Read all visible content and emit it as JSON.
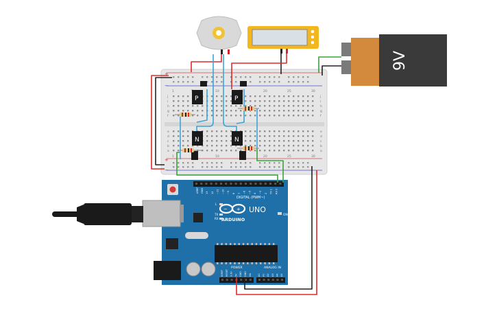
{
  "battery": {
    "label": "9V",
    "body_color": "#d48a3c",
    "cap_color": "#3a3a3a"
  },
  "arduino": {
    "brand": "ARDUINO",
    "model": "UNO",
    "digital_header_label": "DIGITAL (PWM~)",
    "power_header_label": "POWER",
    "analog_header_label": "ANALOG IN",
    "on_led_label": "ON",
    "tx_label": "TX",
    "rx_label": "RX",
    "l_label": "L",
    "aref_label": "AREF",
    "gnd_label": "GND",
    "digital_pins": [
      "13",
      "12",
      "~11",
      "~10",
      "~9",
      "8",
      "7",
      "~6",
      "~5",
      "4",
      "~3",
      "2",
      "TX 1",
      "RX 0"
    ],
    "power_pins": [
      "IOREF",
      "RESET",
      "3.3V",
      "5V",
      "GND",
      "GND",
      "Vin"
    ],
    "analog_pins": [
      "A0",
      "A1",
      "A2",
      "A3",
      "A4",
      "A5"
    ],
    "board_color": "#1f6fa8"
  },
  "transistors": {
    "p_label": "P",
    "n_label": "N"
  },
  "breadboard": {
    "column_numbers": [
      "1",
      "5",
      "10",
      "15",
      "20",
      "25",
      "30"
    ],
    "row_letters_top": [
      "j",
      "i",
      "h",
      "g",
      "f"
    ],
    "row_letters_bottom": [
      "e",
      "d",
      "c",
      "b",
      "a"
    ],
    "rail_plus": "+",
    "rail_minus": "−"
  },
  "colors": {
    "wire_red": "#e02828",
    "wire_black": "#222222",
    "wire_blue": "#3da4d8",
    "wire_green": "#3aa33a",
    "breadboard": "#e6e6e6",
    "motor": "#d9d9d9",
    "gear": "#f2c230",
    "meter": "#f2b61e"
  }
}
